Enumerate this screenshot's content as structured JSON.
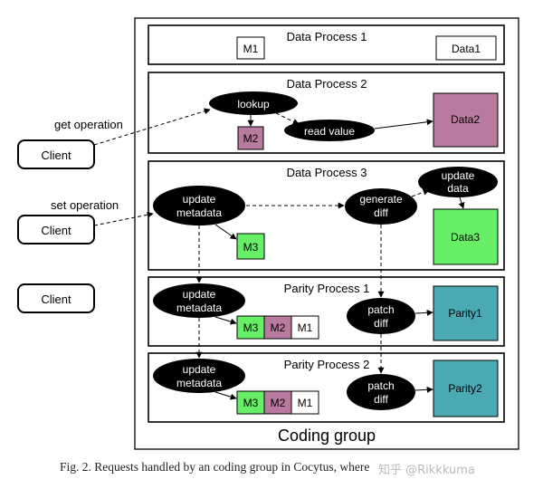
{
  "title": "Coding group",
  "caption": "Fig. 2.  Requests handled by an coding group in Cocytus, where",
  "watermark": "知乎 @Rikkkuma",
  "clients": [
    "Client",
    "Client",
    "Client"
  ],
  "ops": {
    "get": "get operation",
    "set": "set operation"
  },
  "processes": {
    "dp1": {
      "title": "Data Process 1",
      "m": "M1",
      "data": "Data1"
    },
    "dp2": {
      "title": "Data Process 2",
      "lookup": "lookup",
      "m": "M2",
      "read": "read value",
      "data": "Data2"
    },
    "dp3": {
      "title": "Data Process 3",
      "update_meta": [
        "update",
        "metadata"
      ],
      "gen_diff": [
        "generate",
        "diff"
      ],
      "update_data": [
        "update",
        "data"
      ],
      "m": "M3",
      "data": "Data3"
    },
    "pp1": {
      "title": "Parity Process 1",
      "update_meta": [
        "update",
        "metadata"
      ],
      "patch": [
        "patch",
        "diff"
      ],
      "cells": [
        "M3",
        "M2",
        "M1"
      ],
      "parity": "Parity1"
    },
    "pp2": {
      "title": "Parity Process 2",
      "update_meta": [
        "update",
        "metadata"
      ],
      "patch": [
        "patch",
        "diff"
      ],
      "cells": [
        "M3",
        "M2",
        "M1"
      ],
      "parity": "Parity2"
    }
  },
  "colors": {
    "m3": "#66ee66",
    "m2": "#b87a9e",
    "data2": "#b87a9e",
    "data3": "#66ee66",
    "parity": "#4aa9b2"
  }
}
